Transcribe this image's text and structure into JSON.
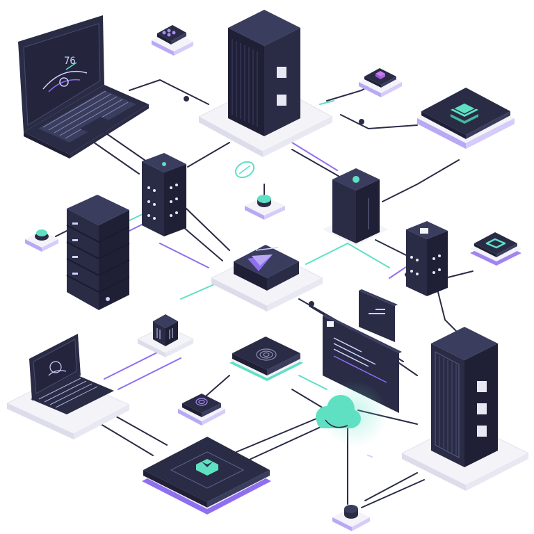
{
  "diagram": {
    "kind": "isometric network infrastructure illustration",
    "palette": {
      "navy": "#2a2b45",
      "navy_light": "#3b3d5e",
      "navy_dark": "#1f2036",
      "platform_top": "#f3f3f8",
      "platform_side": "#dcdcea",
      "purple": "#8f6ff0",
      "teal": "#5fe0c2",
      "cable": "#2a2b45",
      "screen": "#24253d"
    },
    "laptop_screen_text": "76",
    "nodes": [
      {
        "id": "laptop-large",
        "kind": "laptop",
        "icon": "gauge-icon"
      },
      {
        "id": "tower-top",
        "kind": "server-tower",
        "icon": "server-rack-icon"
      },
      {
        "id": "tower-bottom-right",
        "kind": "server-tower",
        "icon": "server-rack-icon"
      },
      {
        "id": "rack-left",
        "kind": "server-rack",
        "icon": "server-stack-icon"
      },
      {
        "id": "router-hub",
        "kind": "network-hub",
        "icon": "arrow-icon"
      },
      {
        "id": "switch-left",
        "kind": "network-switch",
        "icon": "switch-icon"
      },
      {
        "id": "switch-center",
        "kind": "network-switch",
        "icon": "switch-icon"
      },
      {
        "id": "switch-right",
        "kind": "network-switch",
        "icon": "switch-icon"
      },
      {
        "id": "tile-layers",
        "kind": "storage-tile",
        "icon": "layers-icon"
      },
      {
        "id": "tile-square",
        "kind": "storage-tile",
        "icon": "square-icon"
      },
      {
        "id": "tile-download",
        "kind": "storage-tile",
        "icon": "download-icon"
      },
      {
        "id": "tile-fingerprint",
        "kind": "security-tile",
        "icon": "fingerprint-icon"
      },
      {
        "id": "tile-fingerprint-small",
        "kind": "security-tile",
        "icon": "fingerprint-icon"
      },
      {
        "id": "laptop-small",
        "kind": "laptop",
        "icon": "laptop-icon"
      },
      {
        "id": "cloud",
        "kind": "cloud",
        "icon": "cloud-icon"
      },
      {
        "id": "panel-dashboard",
        "kind": "dashboard-panel",
        "icon": "panel-icon"
      },
      {
        "id": "panel-card",
        "kind": "info-card",
        "icon": "card-icon"
      },
      {
        "id": "chip-module",
        "kind": "chip",
        "icon": "chip-icon"
      }
    ]
  }
}
